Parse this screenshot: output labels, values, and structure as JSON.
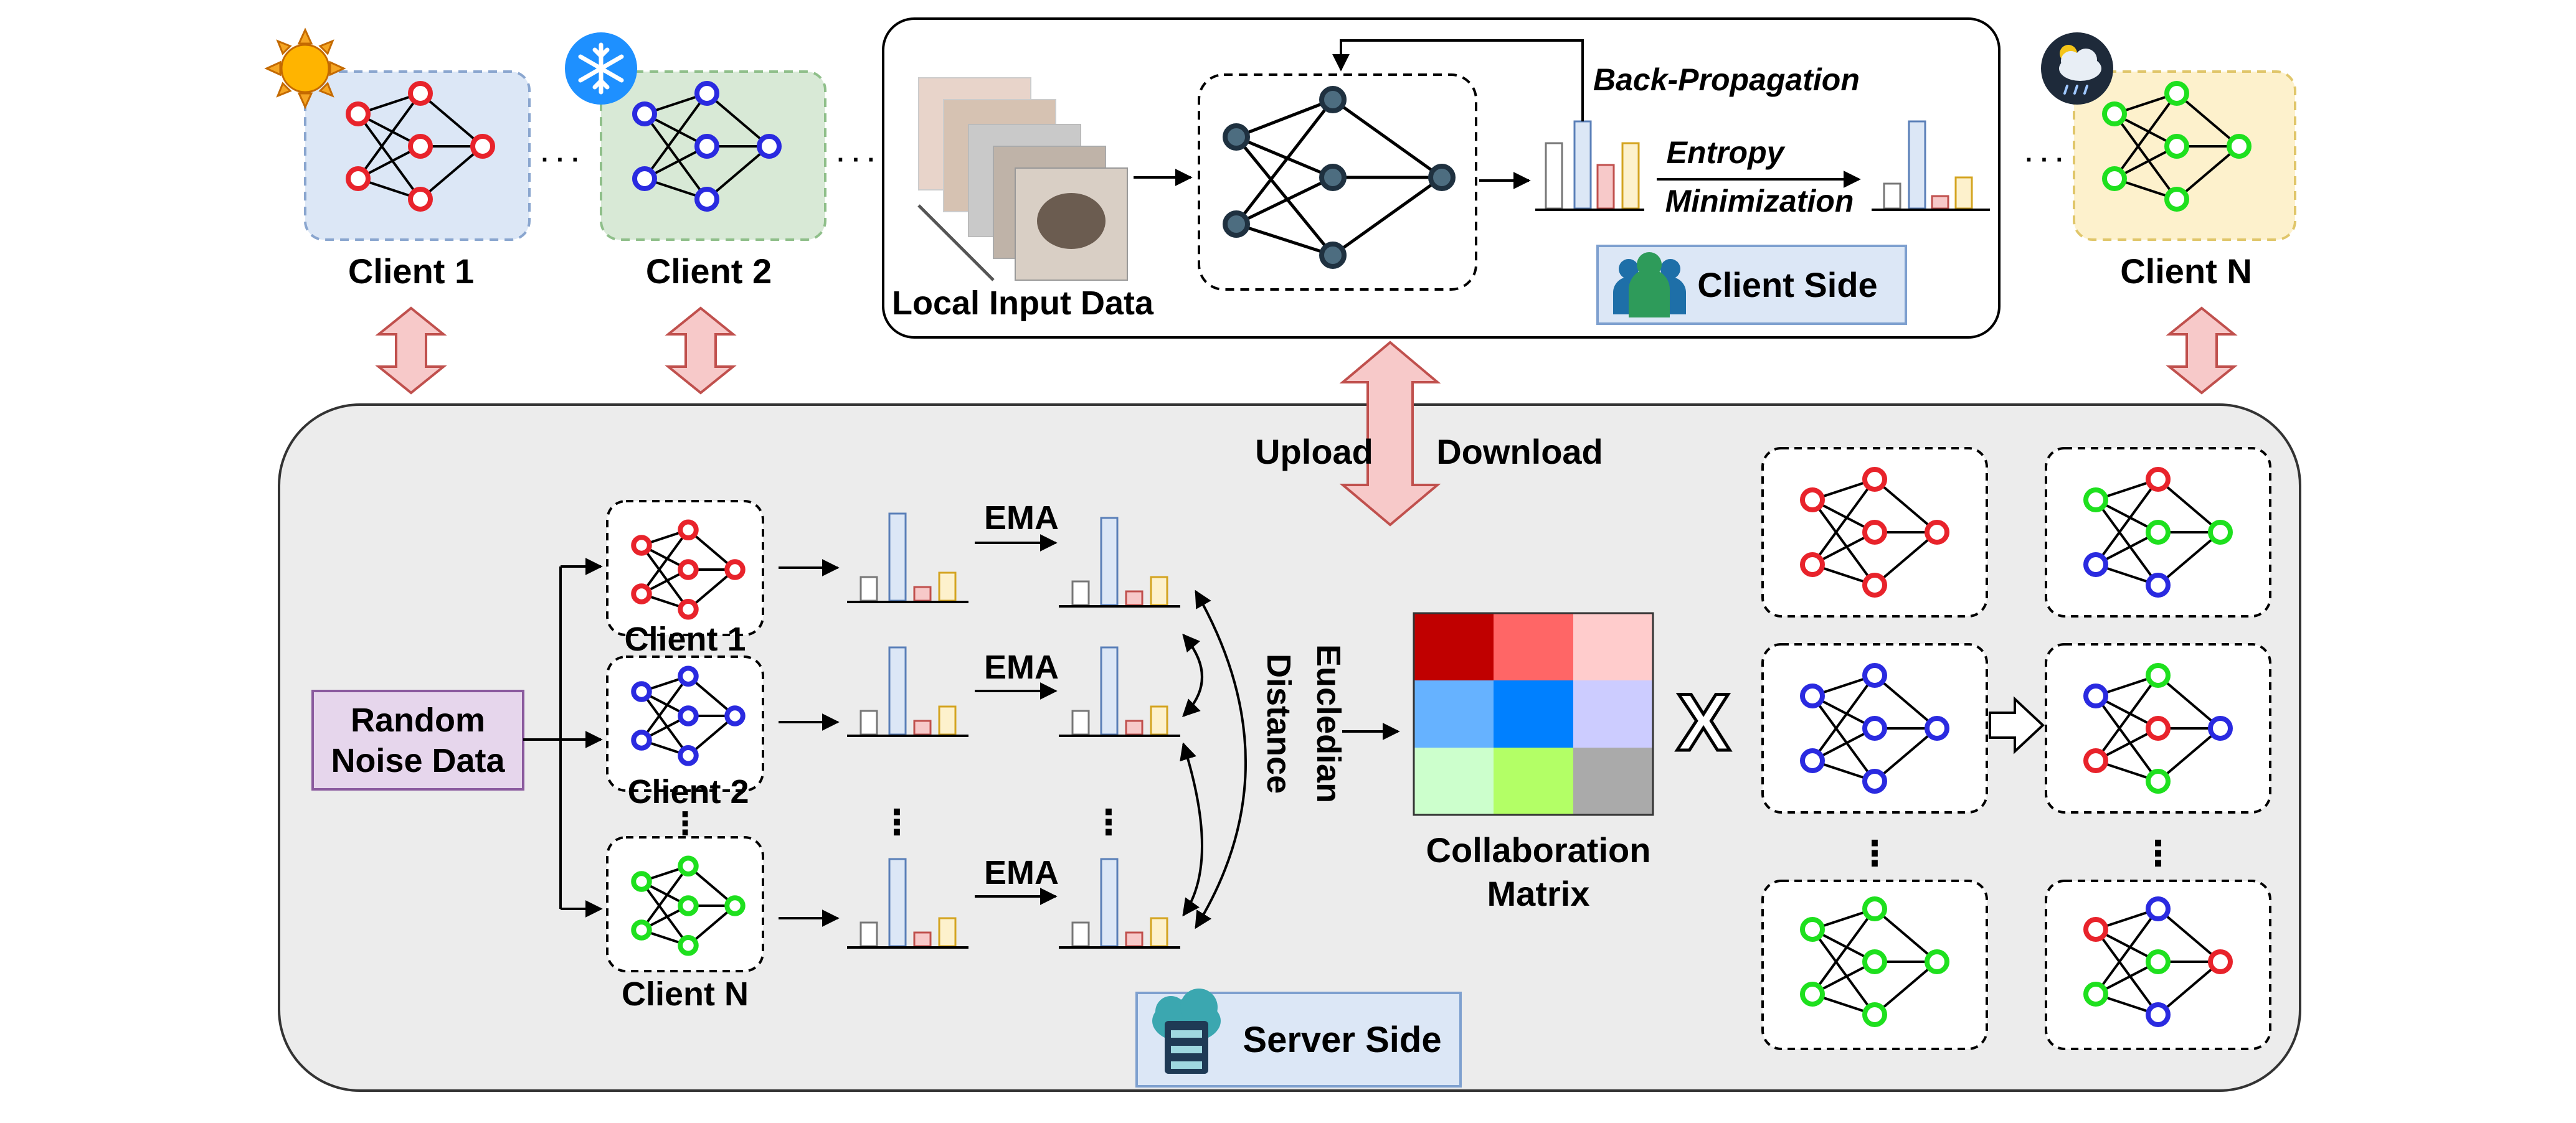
{
  "clients": [
    {
      "label": "Client 1",
      "color": "#e8232b",
      "bg": "#dce7f6",
      "weather": "sun-icon"
    },
    {
      "label": "Client 2",
      "color": "#2a2ae0",
      "bg": "#d8e9d6",
      "weather": "snowflake-icon"
    },
    {
      "label": "Client N",
      "color": "#1ee01e",
      "bg": "#fdf1cc",
      "weather": "cloud-rain-icon"
    }
  ],
  "ellipsis": "· · ·",
  "client_panel": {
    "input_label": "Local Input Data",
    "backprop_label": "Back-Propagation",
    "entropy_label_1": "Entropy",
    "entropy_label_2": "Minimization",
    "side_label": "Client Side"
  },
  "arrows": {
    "upload": "Upload",
    "download": "Download"
  },
  "server_panel": {
    "noise_label_1": "Random",
    "noise_label_2": "Noise Data",
    "clients": [
      "Client 1",
      "Client 2",
      "Client N"
    ],
    "ema": "EMA",
    "distance_label_1": "Eucledian",
    "distance_label_2": "Distance",
    "matrix_label_1": "Collaboration",
    "matrix_label_2": "Matrix",
    "multiply": "X",
    "side_label": "Server Side"
  },
  "matrix_colors": [
    [
      "#c00000",
      "#ff6666",
      "#ffcccc"
    ],
    [
      "#66b2ff",
      "#0080ff",
      "#ccccff"
    ],
    [
      "#ccffcc",
      "#b3ff66",
      "#aaaaaa"
    ]
  ],
  "colors": {
    "red": "#e8232b",
    "blue": "#2a2ae0",
    "green": "#1ee01e",
    "client_node": "#3d5a6e",
    "arrow_fill": "#f7c9c9",
    "arrow_stroke": "#c0504d",
    "server_bg": "#ececec",
    "noise_bg": "#e6d6ec",
    "noise_border": "#8a5a9e",
    "label_bg": "#dce7f6"
  }
}
